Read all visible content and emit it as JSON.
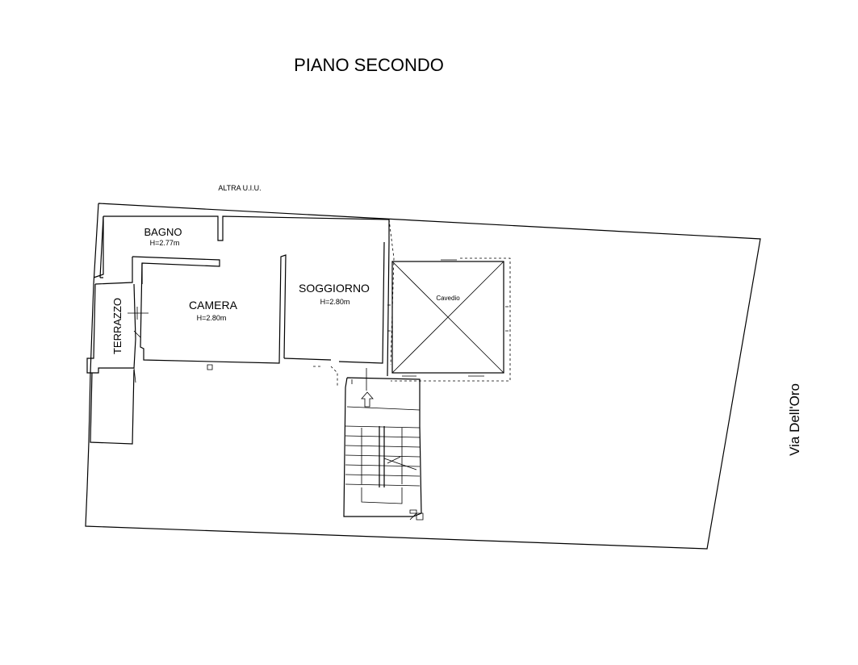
{
  "plan": {
    "title": "PIANO SECONDO",
    "neighbor_label": "ALTRA U.I.U.",
    "street_label": "Via Dell'Oro",
    "rooms": [
      {
        "id": "bagno",
        "name": "BAGNO",
        "height": "H=2.77m"
      },
      {
        "id": "camera",
        "name": "CAMERA",
        "height": "H=2.80m"
      },
      {
        "id": "soggiorno",
        "name": "SOGGIORNO",
        "height": "H=2.80m"
      },
      {
        "id": "terrazzo",
        "name": "TERRAZZO",
        "height": ""
      },
      {
        "id": "cavedio",
        "name": "Cavedio",
        "height": ""
      }
    ]
  }
}
